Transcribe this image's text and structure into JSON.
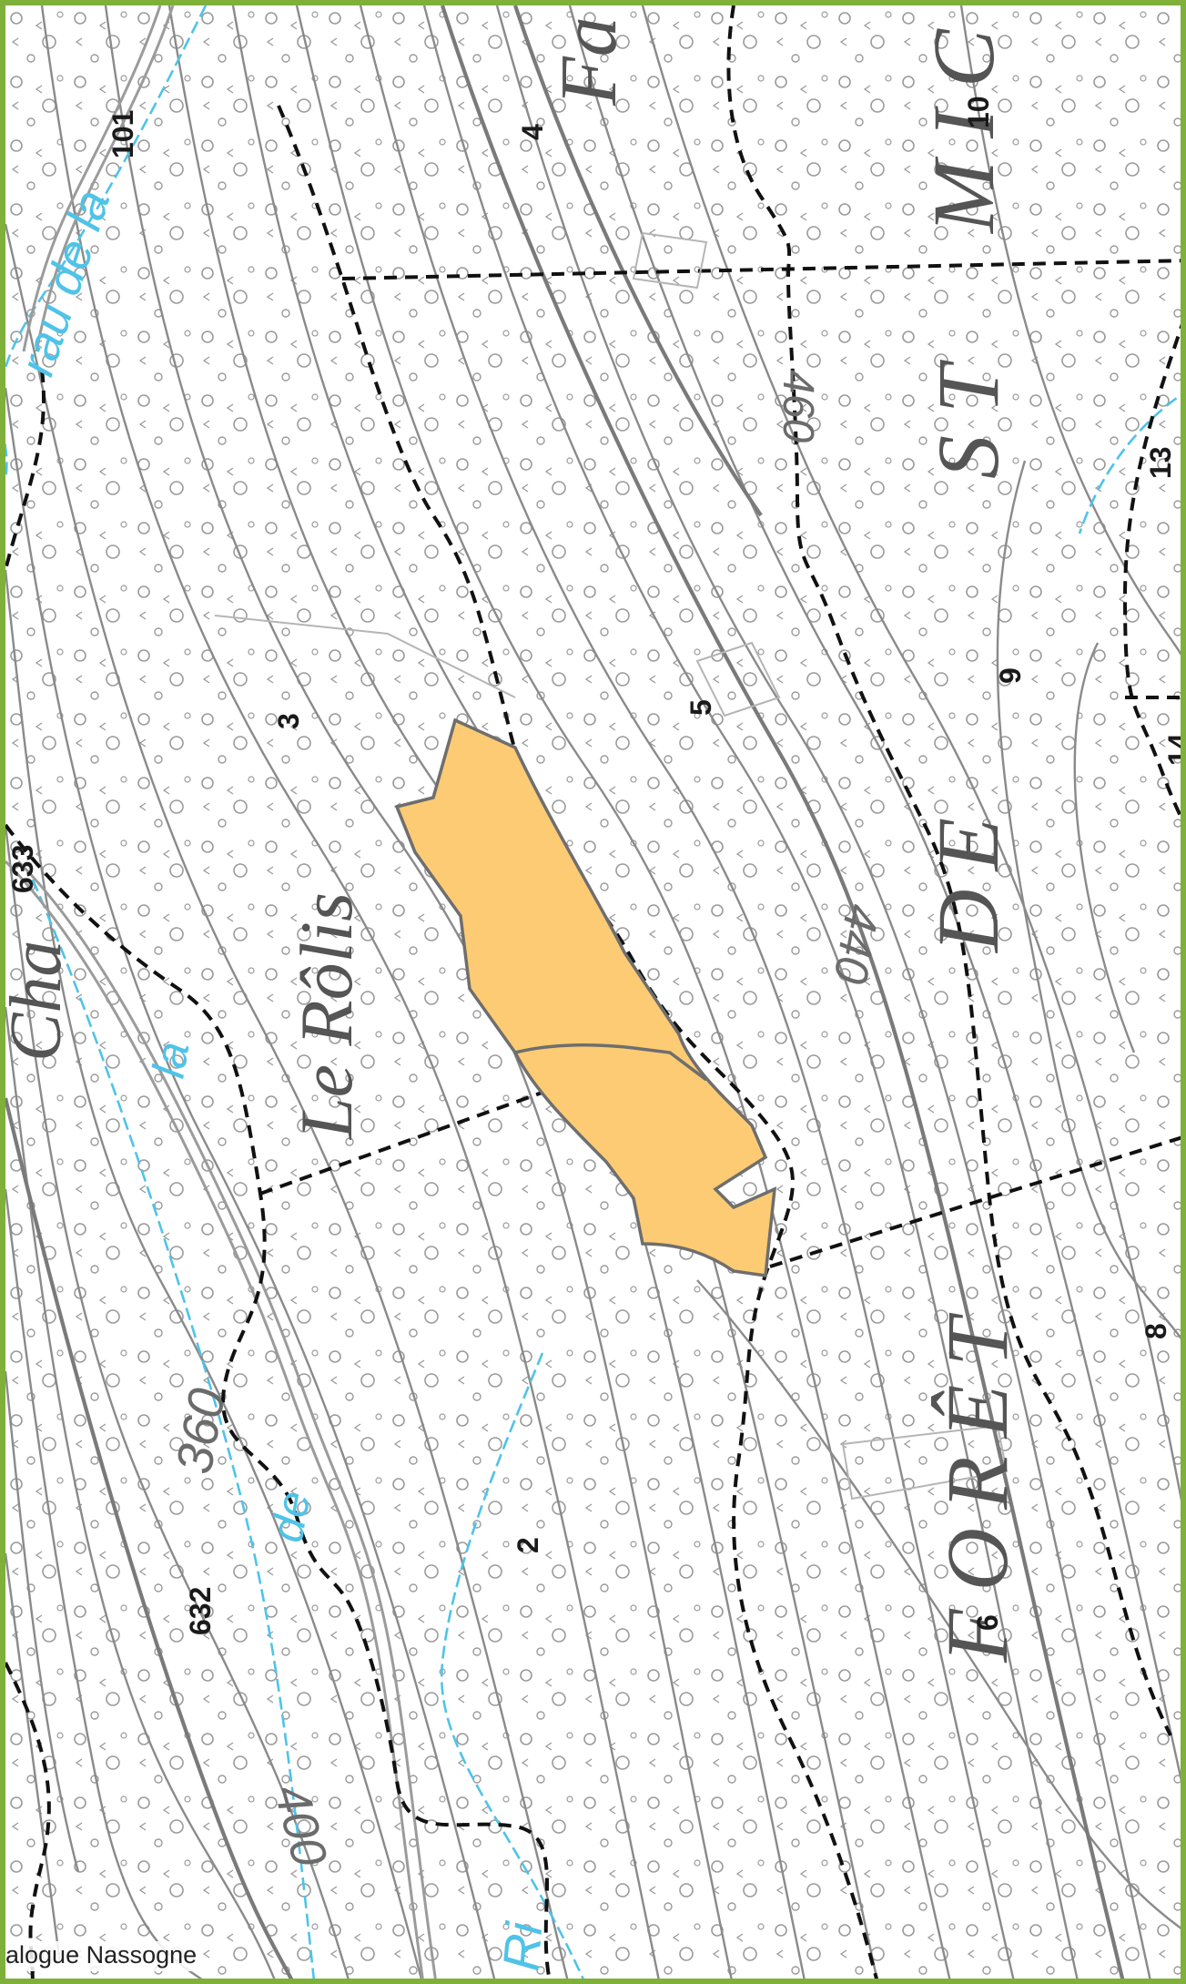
{
  "map": {
    "place_names": {
      "le_rolis": "Le Rôlis",
      "foret": "FORÊT",
      "de": "DE",
      "st": "ST",
      "mic": "MIC",
      "fa": "Fa",
      "cha": "Cha"
    },
    "water_labels": {
      "rau_de_la": "rau de la",
      "la": "la",
      "de": "de",
      "ri": "Ri"
    },
    "contour_labels": {
      "c460": "460",
      "c440": "440",
      "c360": "360",
      "c400": "400"
    },
    "parcel_numbers": {
      "p101": "101",
      "p4": "4",
      "p10": "10",
      "p13": "13",
      "p3": "3",
      "p5": "5",
      "p9": "9",
      "p14": "14",
      "p633": "633",
      "p8": "8",
      "p2": "2",
      "p632": "632",
      "p6": "6"
    },
    "credit": "alogue Nassogne",
    "colors": {
      "frame": "#7fb03a",
      "highlight_fill": "#fccb73",
      "contour": "#8a8a8a",
      "water": "#4fc3e8",
      "boundary": "#111111"
    }
  }
}
